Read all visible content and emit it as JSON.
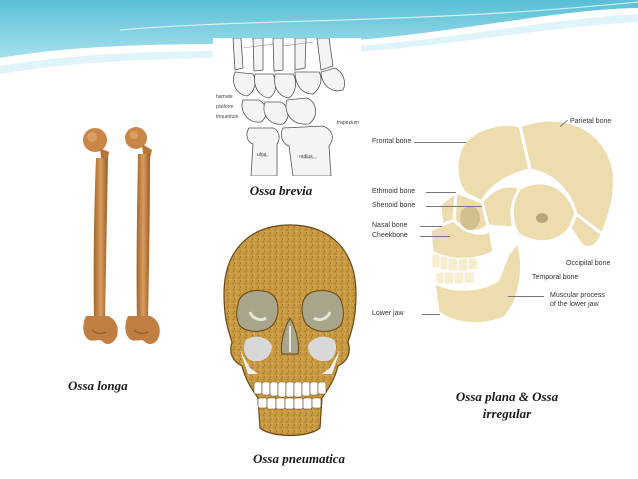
{
  "captions": {
    "longa": "Ossa longa",
    "brevia": "Ossa brevia",
    "pneumatica": "Ossa pneumatica",
    "plana_line1": "Ossa plana  & Ossa",
    "plana_line2": "irregular"
  },
  "skull_labels": {
    "frontal": "Frontal bone",
    "parietal": "Parietal bone",
    "ethmoid": "Ethmoid bone",
    "shenoid": "Shenoid bone",
    "nasal": "Nasal bone",
    "cheek": "Cheekbone",
    "occipital": "Occipital bone",
    "temporal": "Temporal bone",
    "muscular_1": "Muscular process",
    "muscular_2": "of the lower jaw",
    "lower_jaw": "Lower jaw"
  },
  "wrist_labels": {
    "hamate": "hamate",
    "pisiform": "pisiform",
    "triquetrum": "triquetrum",
    "trapezium": "trapezium",
    "ulna": "ulna",
    "radius": "radius"
  },
  "colors": {
    "header_teal": "#5cc2d8",
    "bone_orange": "#c98647",
    "skull_cream": "#ecdcae",
    "cork": "#c89a42"
  }
}
